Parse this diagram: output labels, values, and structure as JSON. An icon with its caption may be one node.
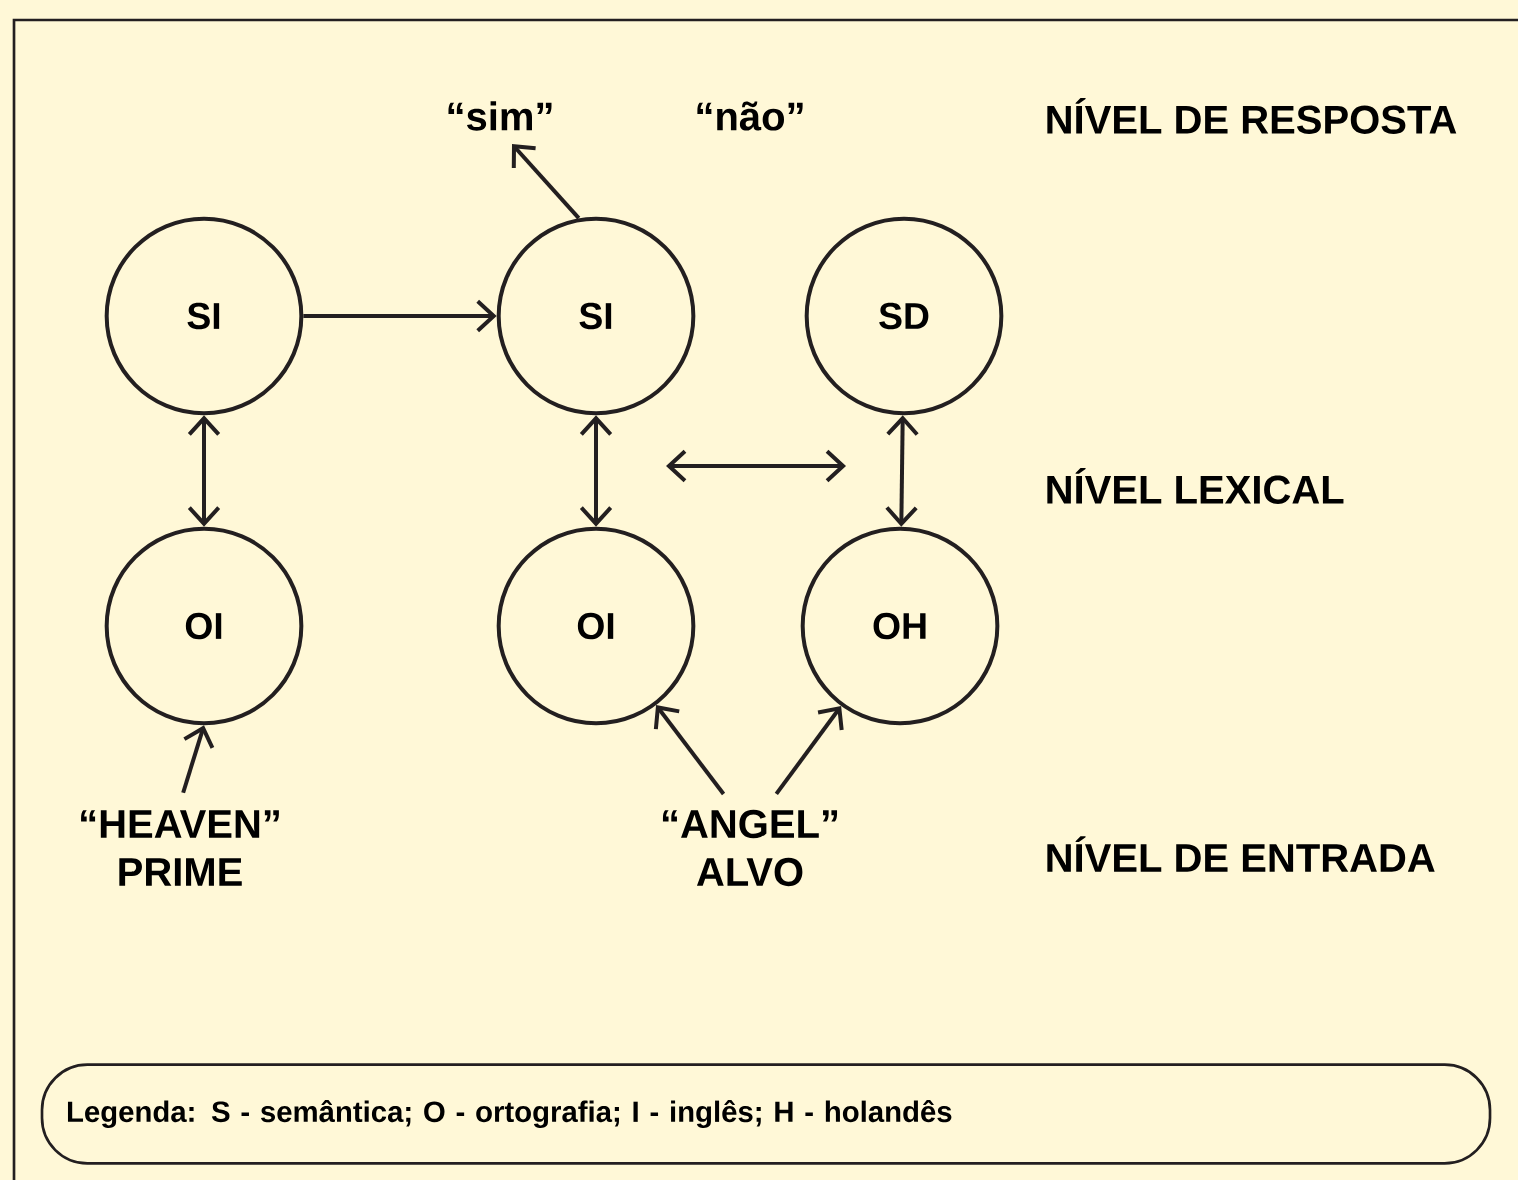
{
  "diagram": {
    "nodes": [
      {
        "text": [
          "SI"
        ]
      },
      {
        "text": [
          "SI"
        ]
      },
      {
        "text": [
          "SD"
        ]
      },
      {
        "text": [
          "OI"
        ]
      },
      {
        "text": [
          "OI"
        ]
      },
      {
        "text": [
          "OH"
        ]
      },
      {
        "text": [
          "“HEAVEN”",
          "PRIME"
        ]
      },
      {
        "text": [
          "“ANGEL”",
          "ALVO"
        ]
      },
      {
        "text": [
          "“sim”"
        ]
      },
      {
        "text": [
          "Legenda: S - semântica; O - ortografia; I - inglês; H - holandês"
        ]
      }
    ],
    "edges": [
      {
        "from": 0,
        "to": 1,
        "arrow": "to"
      },
      {
        "from": 1,
        "to": 8,
        "arrow": "to"
      },
      {
        "from": 0,
        "to": 3,
        "arrow": "both"
      },
      {
        "from": 1,
        "to": 4,
        "arrow": "both"
      },
      {
        "from": 2,
        "to": 5,
        "arrow": "both"
      },
      {
        "from": 6,
        "to": 3,
        "arrow": "to"
      },
      {
        "from": 7,
        "to": 4,
        "arrow": "to"
      },
      {
        "from": 7,
        "to": 5,
        "arrow": "to"
      }
    ],
    "labels": [
      "“não”",
      "NÍVEL DE RESPOSTA",
      "NÍVEL LEXICAL",
      "NÍVEL DE ENTRADA"
    ]
  }
}
